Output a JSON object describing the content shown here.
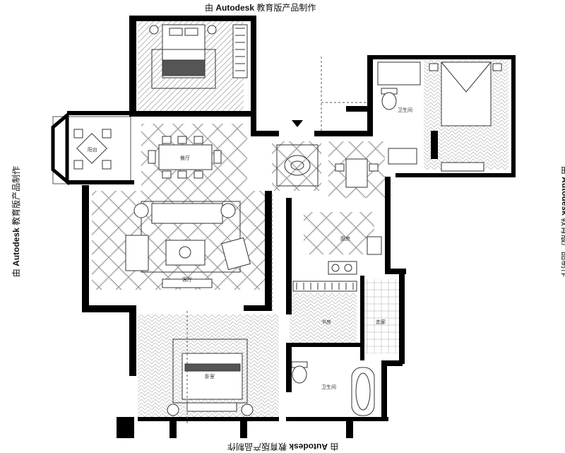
{
  "watermark": {
    "prefix": "由 ",
    "brand": "Autodesk",
    "suffix": " 教育版产品制作"
  },
  "rooms": {
    "balcony": "阳台",
    "dining": "餐厅",
    "living": "客厅",
    "kitchen": "厨房",
    "bath_top": "卫生间",
    "bedroom_master": "卧室",
    "bath_bottom": "卫生间",
    "corridor": "走廊",
    "study": "书房"
  },
  "colors": {
    "wall": "#000000",
    "hatch": "#9a9a9a",
    "line": "#555555"
  }
}
